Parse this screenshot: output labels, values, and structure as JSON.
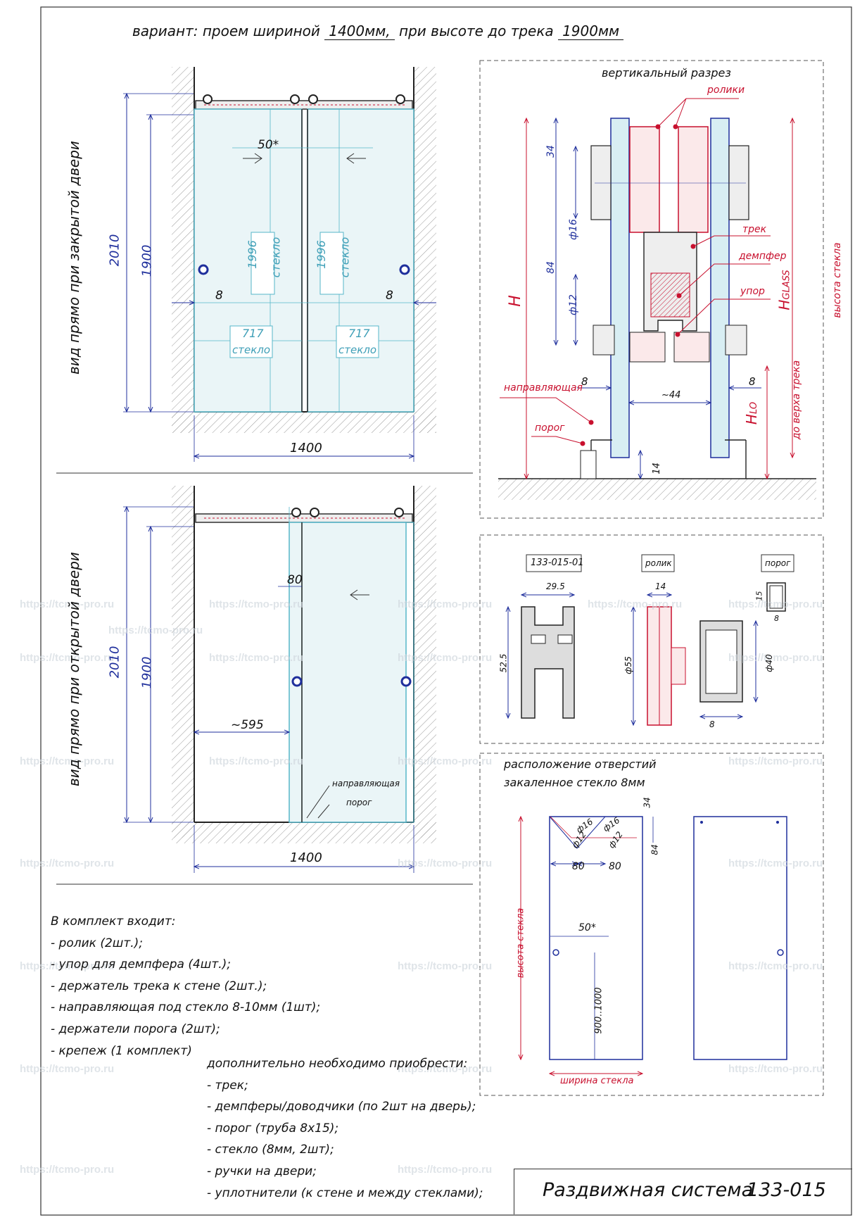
{
  "header": {
    "prefix": "вариант: проем шириной",
    "opening_width": "1400мм,",
    "middle": "при высоте до трека",
    "track_height": "1900мм"
  },
  "view_closed": {
    "side_label": "вид прямо при закрытой двери",
    "dim_total_height": "2010",
    "dim_track_height": "1900",
    "dim_overlap": "50*",
    "dim_glass_height_left": "1996",
    "dim_glass_height_right": "1996",
    "glass_word": "стекло",
    "dim_gap_left": "8",
    "dim_gap_right": "8",
    "dim_glass_width_left": "717",
    "dim_glass_width_right": "717",
    "dim_width": "1400"
  },
  "view_open": {
    "side_label": "вид прямо при открытой двери",
    "dim_total_height": "2010",
    "dim_track_height": "1900",
    "dim_offset": "80",
    "dim_passage": "~595",
    "guide_label": "направляющая",
    "threshold_label": "порог",
    "dim_width": "1400"
  },
  "section": {
    "title": "вертикальный разрез",
    "rollers": "ролики",
    "track": "трек",
    "damper": "демпфер",
    "stop": "упор",
    "guide": "направляющая",
    "threshold": "порог",
    "dim_34": "34",
    "dim_d16": "ф16",
    "dim_84": "84",
    "dim_d12": "ф12",
    "dim_8_left": "8",
    "dim_8_right": "8",
    "dim_44": "~44",
    "dim_14": "14",
    "H": "H",
    "H_glass_main": "H",
    "H_glass_sub": "GLASS",
    "glass_height": "высота стекла",
    "H_lo_main": "H",
    "H_lo_sub": "LO",
    "to_track": "до верха трека"
  },
  "parts": {
    "profile_code": "133-015-01",
    "roller": "ролик",
    "threshold": "порог",
    "dim_29_5": "29.5",
    "dim_52_5": "52.5",
    "dim_14": "14",
    "dim_d55": "ф55",
    "dim_d40": "ф40",
    "dim_8": "8",
    "thr_15": "15",
    "thr_8": "8"
  },
  "holes": {
    "title_line1": "расположение отверстий",
    "title_line2": "закаленное стекло 8мм",
    "dim_34": "34",
    "dim_84": "84",
    "dim_d16_a": "ф16",
    "dim_d16_b": "ф16",
    "dim_d12_a": "ф12",
    "dim_d12_b": "ф12",
    "dim_80_a": "80",
    "dim_80_b": "80",
    "dim_50": "50*",
    "glass_height": "высота стекла",
    "dim_900_1000": "900..1000",
    "glass_width": "ширина стекла"
  },
  "kit": {
    "title": "В комплект входит:",
    "items": [
      "- ролик (2шт.);",
      "- упор для демпфера (4шт.);",
      "- держатель трека к стене (2шт.);",
      "- направляющая под стекло 8-10мм (1шт);",
      "- держатели порога (2шт);",
      "- крепеж (1 комплект)"
    ]
  },
  "extra": {
    "title": "дополнительно необходимо приобрести:",
    "items": [
      "- трек;",
      "- демпферы/доводчики (по 2шт на дверь);",
      "- порог (труба 8x15);",
      "- стекло (8мм, 2шт);",
      "- ручки на двери;",
      "- уплотнители (к стене и между стеклами);"
    ]
  },
  "stamp": {
    "name": "Раздвижная система",
    "code": "133-015"
  },
  "watermark": "https://tcmo-pro.ru",
  "colors": {
    "dim_blue": "#1f2f9c",
    "dim_red": "#c8102e",
    "glass": "#56b6c9",
    "hatch": "#9a9a9a"
  }
}
